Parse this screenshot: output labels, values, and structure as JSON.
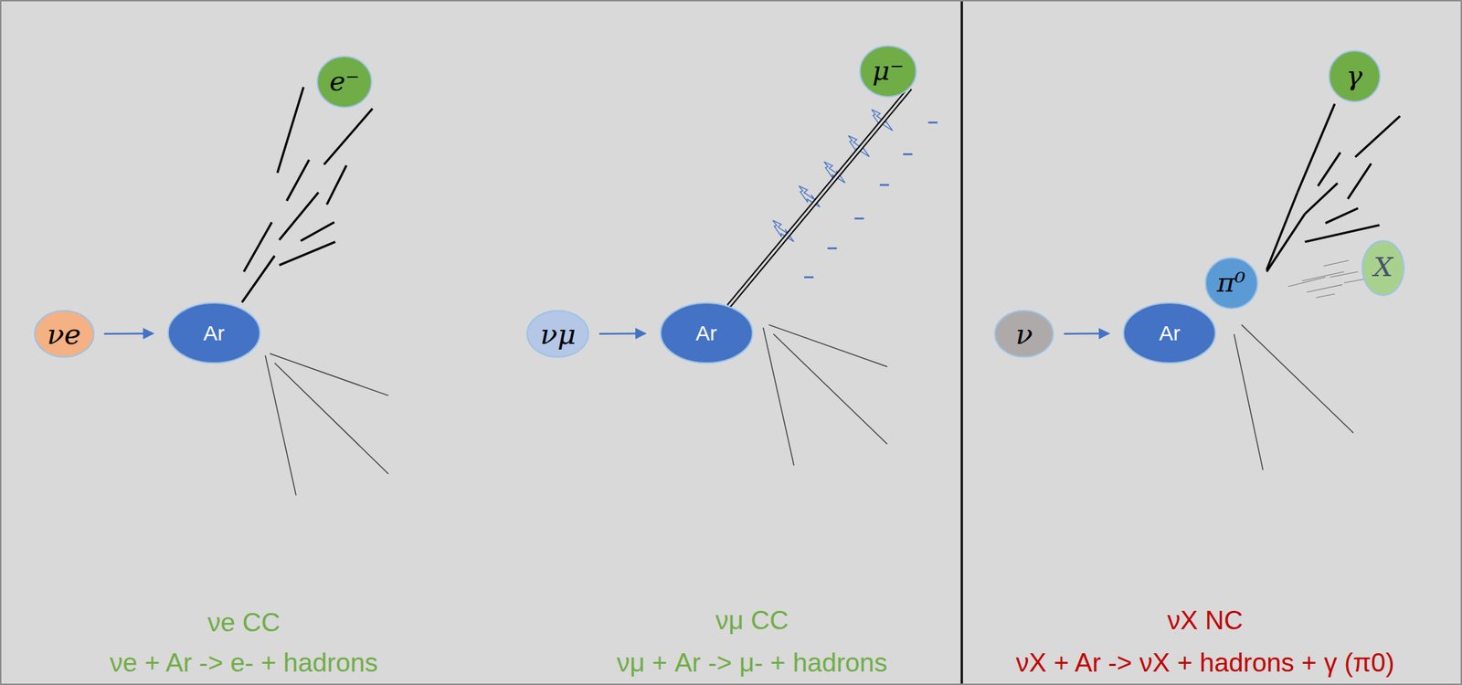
{
  "diagram": {
    "nodes": [
      {
        "text": [
          "νe"
        ]
      },
      {
        "text": [
          "Ar"
        ]
      },
      {
        "text": [
          "e⁻"
        ]
      },
      {
        "text": [
          "νμ"
        ]
      },
      {
        "text": [
          "Ar"
        ]
      },
      {
        "text": [
          "μ⁻"
        ]
      },
      {
        "text": [
          "ν"
        ]
      },
      {
        "text": [
          "Ar"
        ]
      },
      {
        "text": [
          "π⁰"
        ]
      },
      {
        "text": [
          "γ"
        ]
      },
      {
        "text": [
          "X"
        ]
      }
    ],
    "edges": [
      {
        "from": 0,
        "to": 1,
        "arrow": "to"
      },
      {
        "from": 3,
        "to": 4,
        "arrow": "to"
      },
      {
        "from": 4,
        "to": 5,
        "arrow": "none"
      },
      {
        "from": 6,
        "to": 7,
        "arrow": "to"
      }
    ],
    "labels": [
      "νe CC",
      "νe + Ar -> e- + hadrons",
      "νμ CC",
      "νμ + Ar -> μ- + hadrons",
      "νX NC",
      "νX + Ar -> νX + hadrons + γ (π0)"
    ]
  }
}
